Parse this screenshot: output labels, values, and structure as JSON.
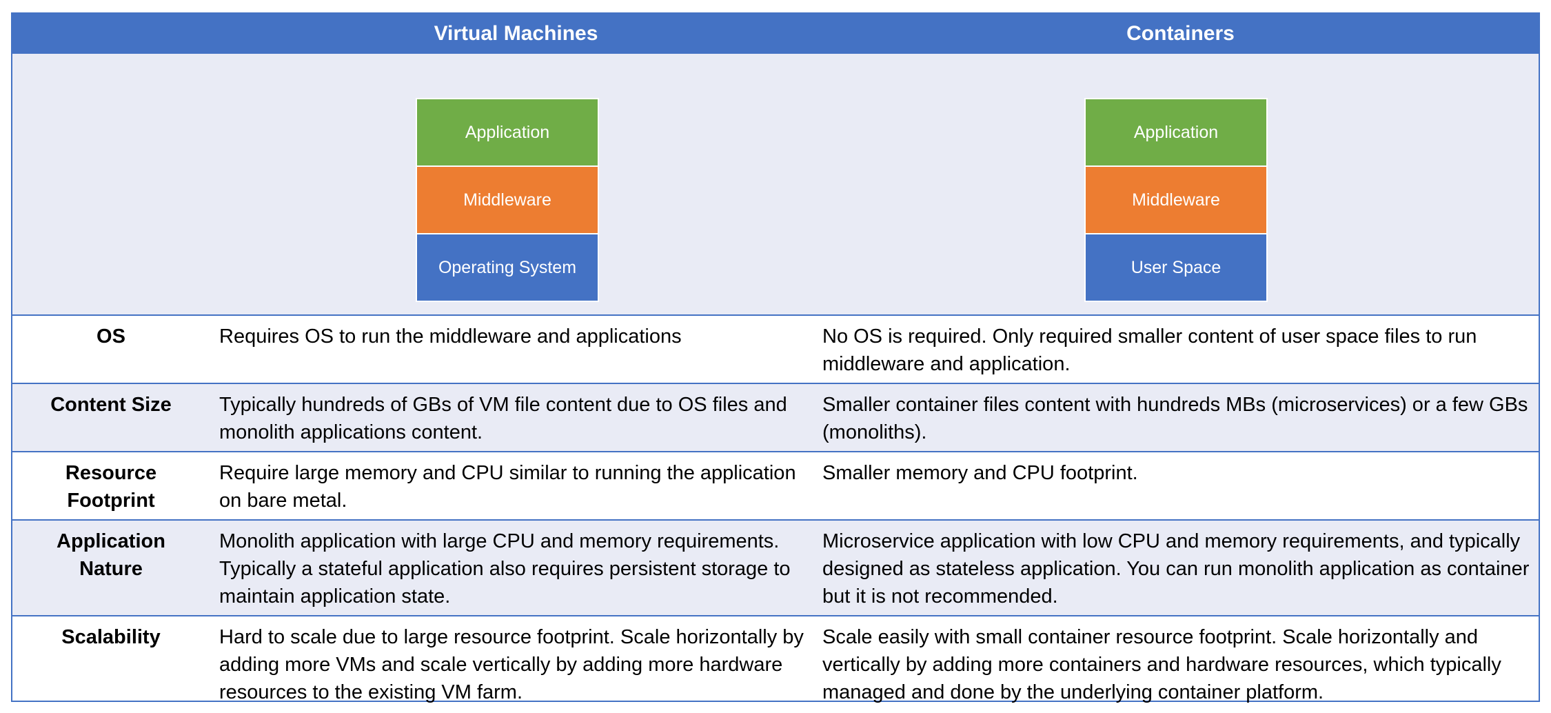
{
  "header": {
    "col_vm": "Virtual Machines",
    "col_containers": "Containers"
  },
  "vm_stack": {
    "application": "Application",
    "middleware": "Middleware",
    "base": "Operating System"
  },
  "container_stack": {
    "application": "Application",
    "middleware": "Middleware",
    "base": "User Space"
  },
  "colors": {
    "header": "#4472C4",
    "band": "#E9EBF5",
    "application": "#70AD47",
    "middleware": "#ED7D31",
    "base": "#4472C4"
  },
  "rows": [
    {
      "label": "OS",
      "vm": "Requires OS to run the middleware and applications",
      "containers": "No OS is required. Only required smaller content of user space files to run middleware and application."
    },
    {
      "label": "Content Size",
      "vm": "Typically hundreds of GBs of VM file content due to OS files and monolith applications content.",
      "containers": "Smaller container files content with hundreds MBs (microservices) or a few GBs (monoliths)."
    },
    {
      "label": "Resource Footprint",
      "vm": "Require large memory and CPU similar to running the application on bare metal.",
      "containers": "Smaller memory and CPU footprint."
    },
    {
      "label": "Application Nature",
      "vm": "Monolith application with large CPU and memory requirements. Typically a stateful application also requires persistent storage to maintain application state.",
      "containers": "Microservice application with low CPU and memory requirements, and typically designed as stateless application. You can run monolith application as container but it is not recommended."
    },
    {
      "label": "Scalability",
      "vm": "Hard to scale due to large resource footprint. Scale horizontally by adding more VMs and scale vertically by adding more hardware resources to the existing VM farm.",
      "containers": "Scale easily with small container resource footprint. Scale horizontally and vertically by adding more containers and hardware resources, which typically managed and done by the underlying container platform."
    }
  ]
}
